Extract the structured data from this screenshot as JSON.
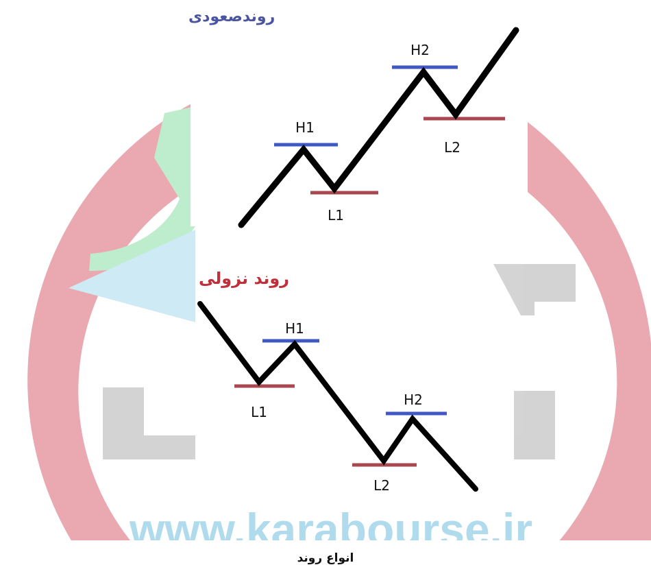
{
  "uptrend": {
    "title": "روندصعودی",
    "labels": {
      "h1": "H1",
      "l1": "L1",
      "h2": "H2",
      "l2": "L2"
    }
  },
  "downtrend": {
    "title": "روند نزولی",
    "labels": {
      "h1": "H1",
      "l1": "L1",
      "h2": "H2",
      "l2": "L2"
    }
  },
  "watermark": {
    "text": "www.karabourse.ir"
  },
  "caption": "انواع روند",
  "colors": {
    "high_line": "#3f58c4",
    "low_line": "#a8474f",
    "price_line": "#000000",
    "uptrend_title": "#4a55a2",
    "downtrend_title": "#c0303a",
    "watermark_ring": "#e8a0a8",
    "watermark_text": "#a8d8ec",
    "watermark_arrow": "#b8ecc8",
    "watermark_glyph": "#cfcfcf"
  }
}
